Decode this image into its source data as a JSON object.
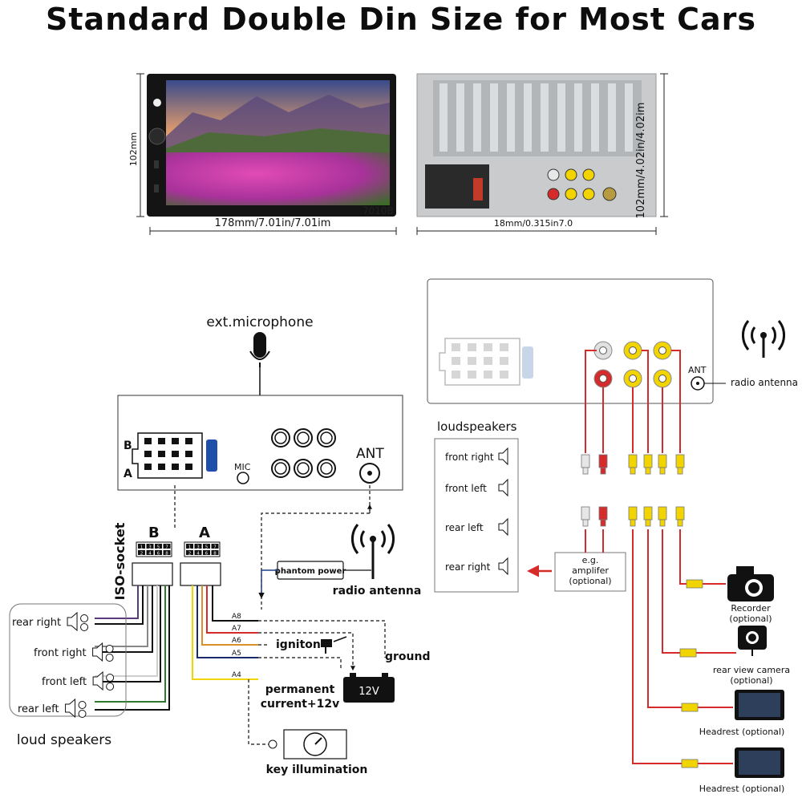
{
  "title": "Standard Double Din Size for Most Cars",
  "front_view": {
    "height_label": "102mm",
    "width_label": "178mm/7.01in/7.01im",
    "model": "7010B"
  },
  "back_view": {
    "depth_label": "18mm/0.315in7.0",
    "height_label": "102mm/4.02in/4.02im"
  },
  "left_diagram": {
    "microphone_label": "ext.microphone",
    "row_b": "B",
    "row_a": "A",
    "mic_label": "MIC",
    "ant_label": "ANT",
    "iso_socket_label": "ISO-socket",
    "socket_b": "B",
    "socket_a": "A",
    "pins_b_top": [
      "1",
      "3",
      "5",
      "7"
    ],
    "pins_b_bottom": [
      "2",
      "4",
      "6",
      "8"
    ],
    "pins_a_top": [
      "1",
      "3",
      "5",
      "7"
    ],
    "pins_a_bottom": [
      "2",
      "4",
      "6",
      "8"
    ],
    "speakers": [
      "rear right",
      "front right",
      "front left",
      "rear left"
    ],
    "speakers_caption": "loud speakers",
    "phantom_power": "phantom power",
    "radio_antenna": "radio antenna",
    "pin_labels": [
      "A8",
      "A7",
      "A6",
      "A5",
      "A4"
    ],
    "ignition": "igniton",
    "ground": "ground",
    "battery": "12V",
    "permanent": "permanent",
    "permanent2": "current+12v",
    "key_illumination": "key illumination"
  },
  "right_diagram": {
    "ant_label": "ANT",
    "radio_antenna": "radio antenna",
    "loudspeakers_title": "loudspeakers",
    "speakers": [
      "front right",
      "front left",
      "rear left",
      "rear right"
    ],
    "amplifier_1": "e.g.",
    "amplifier_2": "amplifer",
    "amplifier_3": "(optional)",
    "recorder": "Recorder",
    "recorder_opt": "(optional)",
    "rear_camera": "rear view camera",
    "rear_camera_opt": "(optional)",
    "headrest_1": "Headrest (optional)",
    "headrest_2": "Headrest (optional)"
  },
  "colors": {
    "red": "#d62b2b",
    "yellow": "#f2d500",
    "gray": "#9a9a9a",
    "dark": "#111111"
  }
}
